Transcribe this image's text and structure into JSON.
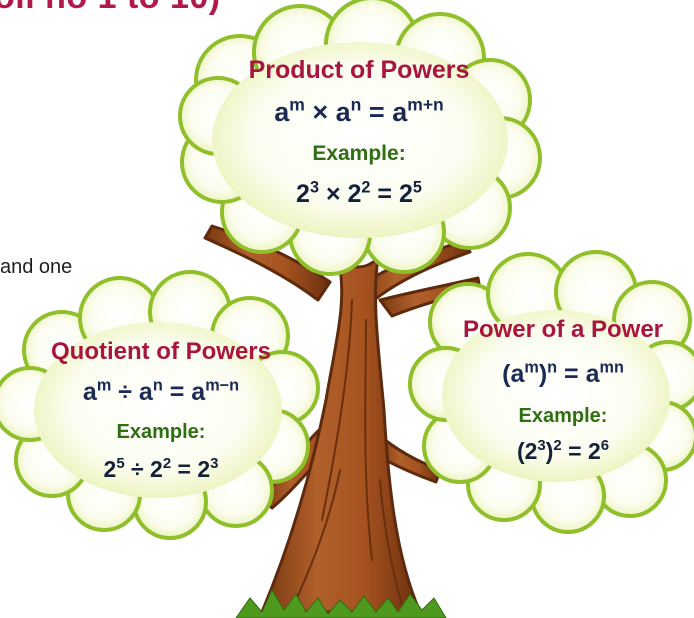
{
  "fragments": {
    "title": "oll no 1 to 10)",
    "side_text": "and one"
  },
  "rules": {
    "product": {
      "title": "Product of Powers",
      "formula": {
        "a1": "a",
        "e1": "m",
        "op": "×",
        "a2": "a",
        "e2": "n",
        "eq": "=",
        "a3": "a",
        "e3": "m+n"
      },
      "example_label": "Example:",
      "example": {
        "b1": "2",
        "e1": "3",
        "op": "×",
        "b2": "2",
        "e2": "2",
        "eq": "=",
        "b3": "2",
        "e3": "5"
      }
    },
    "quotient": {
      "title": "Quotient of Powers",
      "formula": {
        "a1": "a",
        "e1": "m",
        "op": "÷",
        "a2": "a",
        "e2": "n",
        "eq": "=",
        "a3": "a",
        "e3": "m−n"
      },
      "example_label": "Example:",
      "example": {
        "b1": "2",
        "e1": "5",
        "op": "÷",
        "b2": "2",
        "e2": "2",
        "eq": "=",
        "b3": "2",
        "e3": "3"
      }
    },
    "power": {
      "title": "Power of a Power",
      "formula": {
        "open": "(",
        "a1": "a",
        "e1": "m",
        "close": ")",
        "e2": "n",
        "eq": "=",
        "a3": "a",
        "e3": "mn"
      },
      "example_label": "Example:",
      "example": {
        "open": "(",
        "b1": "2",
        "e1": "3",
        "close": ")",
        "e2": "2",
        "eq": "=",
        "b3": "2",
        "e3": "6"
      }
    }
  },
  "colors": {
    "title": "#a8163f",
    "formula": "#1b2a55",
    "example_label": "#2f6e12",
    "bubble_fill": "#fbfbe6",
    "bubble_outline": "#8fbf2a",
    "bark": "#9a4a1f",
    "bark_dark": "#5e2a0e",
    "grass": "#4f9a1e"
  }
}
